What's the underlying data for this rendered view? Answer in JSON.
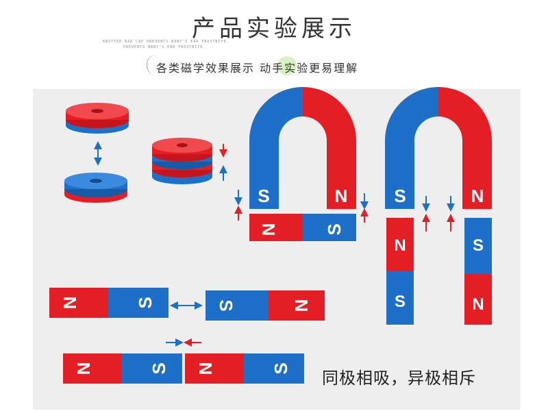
{
  "header": {
    "title": "产品实验展示",
    "tiny_line_1": "KNITTED EAR CAP PREVENTS BABY'S EAR FROSTBITE.",
    "tiny_line_2": "PREVENTS BABY'S EAR FROSTBITE.",
    "subtitle": "各类磁学效果展示 动手实验更易理解"
  },
  "labels": {
    "north": "N",
    "south": "S"
  },
  "caption": "同极相吸，异极相斥",
  "colors": {
    "red": "#e31e24",
    "blue": "#1e6fc8",
    "arrow_red": "#e31e24",
    "arrow_blue": "#1e6fc8",
    "panel": "#eeeeee"
  }
}
